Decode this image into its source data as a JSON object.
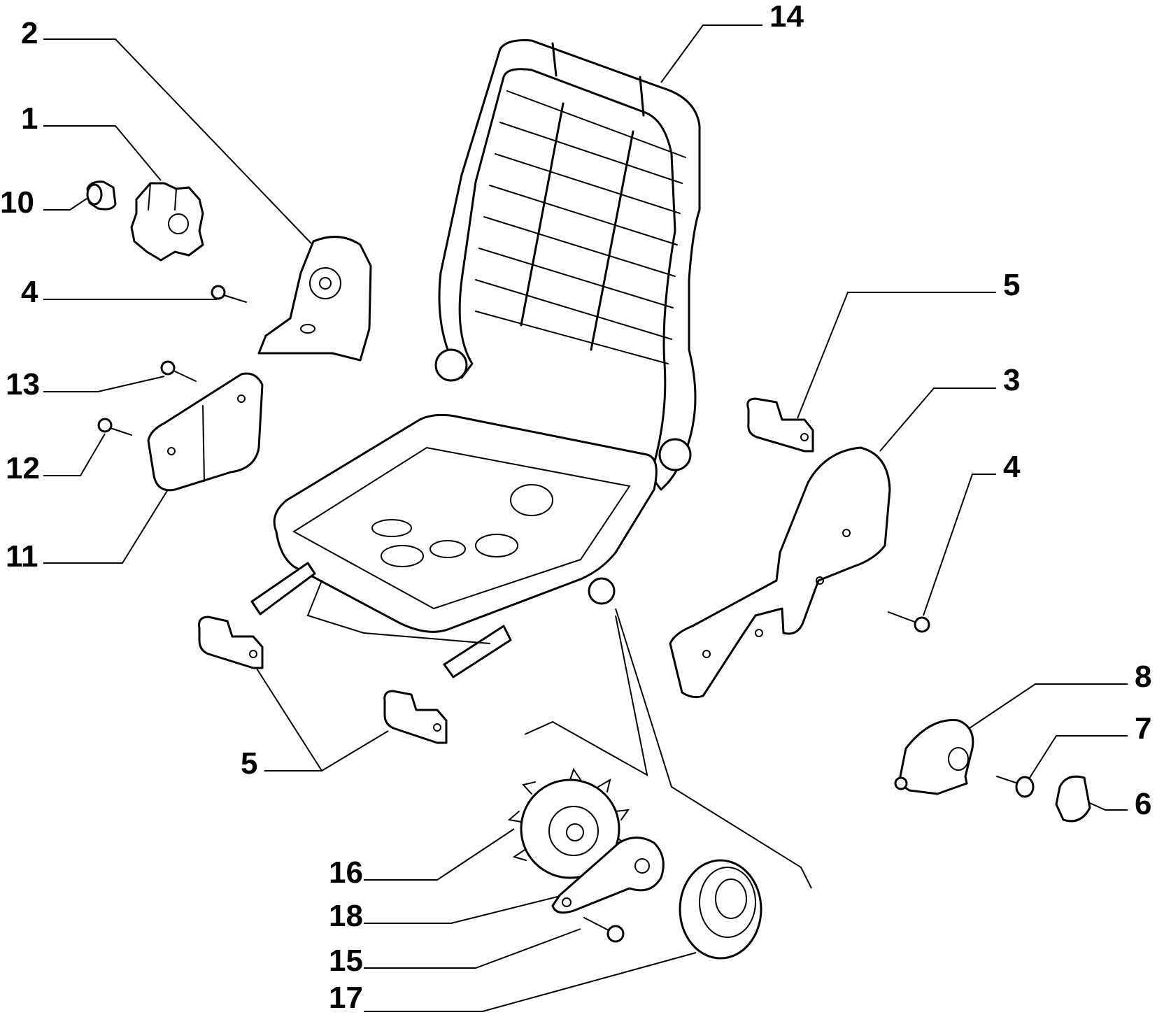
{
  "callouts": {
    "c1": "1",
    "c2": "2",
    "c3": "3",
    "c4a": "4",
    "c4b": "4",
    "c5a": "5",
    "c5b": "5",
    "c6": "6",
    "c7": "7",
    "c8": "8",
    "c10": "10",
    "c11": "11",
    "c12": "12",
    "c13": "13",
    "c14": "14",
    "c15": "15",
    "c16": "16",
    "c17": "17",
    "c18": "18"
  }
}
